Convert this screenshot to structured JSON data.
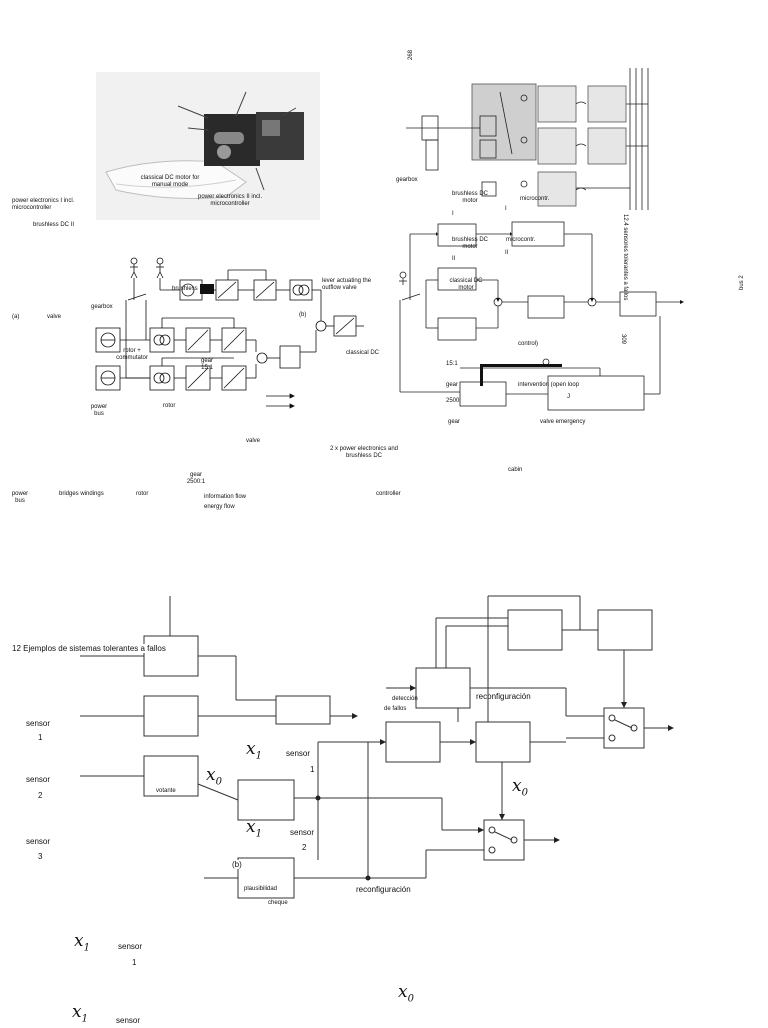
{
  "colors": {
    "ink": "#111111",
    "gray_panel": "#cfcfcf",
    "light_panel": "#e6e6e6",
    "motor_body": "#2a2a2a"
  },
  "photo": {
    "label_classical": "classical DC motor for manual mode",
    "label_pe1": "power electronics I incl. microcontroller",
    "label_pe2": "power electronics II incl. microcontroller",
    "label_brushless": "brushless DC II"
  },
  "schematic_a": {
    "tag_a": "(a)",
    "tag_b": "(b)",
    "valve_side": "valve",
    "gearbox": "gearbox",
    "brushless": "brushless",
    "lever": "lever actuating the outflow valve",
    "classical_dc": "classical DC",
    "rotor_commutator": "rotor + commutator",
    "gear_15": "gear 15:1",
    "power_bus": "power bus",
    "rotor": "rotor",
    "valve": "valve",
    "two_pe": "2 x power electronics and brushless DC",
    "gear_2500": "gear 2500:1",
    "power_bus_2": "power bus",
    "bridges_windings": "bridges windings",
    "rotor_2": "rotor",
    "info_flow": "information flow",
    "energy_flow": "energy flow",
    "controller": "controller"
  },
  "schematic_b": {
    "page_num": "268",
    "gearbox": "gearbox",
    "brushless_dc_motor_1": "brushless DC motor",
    "roman_1": "I",
    "microcontr_1": "microcontr.",
    "roman_1b": "I",
    "brushless_dc_motor_2": "brushless DC motor",
    "roman_2": "II",
    "microcontr_2": "microcontr.",
    "roman_2b": "II",
    "classical_dc_motor": "classical DC motor",
    "control": "control)",
    "gear_15": "15:1",
    "gear": "gear",
    "gear_2500": "2500:",
    "intervention": "intervention (open loop",
    "j": "J",
    "gear_lbl": "gear",
    "valve_emergency": "valve emergency",
    "cabin": "cabin",
    "rot_title": "12.4   sensores tolerantes a fallos",
    "rot_309": "309",
    "bus2": "bus 2"
  },
  "bottom_diagram": {
    "title": "12 Ejemplos de sistemas tolerantes a fallos",
    "sensor_1": "sensor",
    "num_1": "1",
    "sensor_2": "sensor",
    "num_2": "2",
    "sensor_3": "sensor",
    "num_3": "3",
    "votante": "votante",
    "x1_a": "x",
    "x1_a_sub": "1",
    "x0_a": "x",
    "x0_a_sub": "0",
    "sensor_1b": "sensor",
    "num_1b": "1",
    "x1_b": "x",
    "x1_b_sub": "1",
    "sensor_2b": "sensor",
    "num_2b": "2",
    "deteccion": "detección",
    "de_fallos": "de fallos",
    "reconfig_1": "reconfiguración",
    "x0_b": "x",
    "x0_b_sub": "0",
    "tag_b": "(b)",
    "plausibilidad": "plausibilidad",
    "cheque": "cheque",
    "reconfig_2": "reconfiguración",
    "x1_c": "x",
    "x1_c_sub": "1",
    "sensor_1c": "sensor",
    "num_1c": "1",
    "x0_c": "x",
    "x0_c_sub": "0",
    "x1_d": "x",
    "x1_d_sub": "1",
    "sensor_d": "sensor"
  }
}
